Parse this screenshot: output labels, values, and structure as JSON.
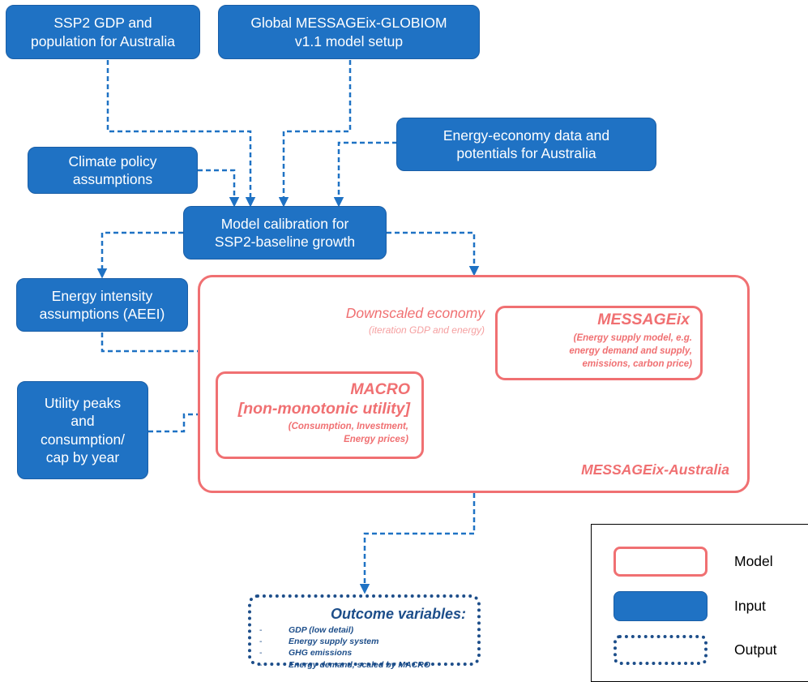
{
  "inputs": {
    "ssp2": "SSP2 GDP and\npopulation for Australia",
    "global": "Global MESSAGEix-GLOBIOM\nv1.1 model setup",
    "energy_econ": "Energy-economy data and\npotentials for Australia",
    "climate": "Climate policy\nassumptions",
    "calibration": "Model calibration for\nSSP2-baseline growth",
    "intensity": "Energy intensity\nassumptions (AEEI)",
    "utility": "Utility peaks\nand\nconsumption/\ncap by year"
  },
  "model": {
    "container_label": "MESSAGEix-Australia",
    "downscaled_title": "Downscaled economy",
    "downscaled_sub": "(iteration GDP and energy)",
    "messageix_title": "MESSAGEix",
    "messageix_desc": "(Energy supply model, e.g.\nenergy demand and supply,\nemissions, carbon price)",
    "macro_title": "MACRO\n[non-monotonic utility]",
    "macro_desc": "(Consumption, Investment,\nEnergy prices)"
  },
  "outcome": {
    "title": "Outcome variables:",
    "items": [
      "GDP (low detail)",
      "Energy supply system",
      "GHG emissions",
      "Energy demand, scaled by MACRO"
    ]
  },
  "legend": {
    "model": "Model",
    "input": "Input",
    "output": "Output"
  },
  "colors": {
    "input_fill": "#1f72c4",
    "model_stroke": "#f07072",
    "output_stroke": "#1d4e8a",
    "link_stroke": "#f5b5b6"
  }
}
